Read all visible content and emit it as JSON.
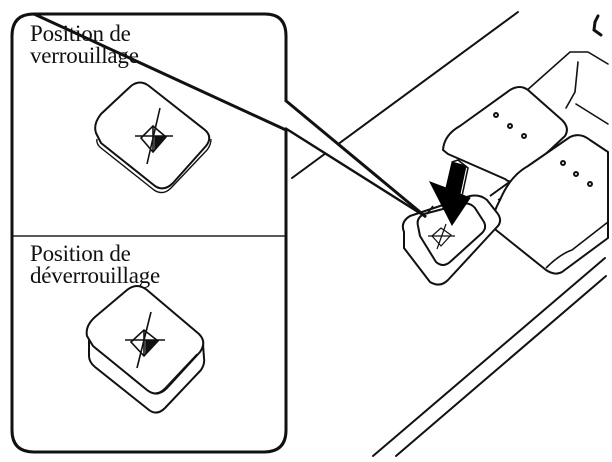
{
  "diagram": {
    "type": "instructional-illustration",
    "subject": "power window lock switch",
    "panels": [
      {
        "id": "lock",
        "label_line1": "Position de",
        "label_line2": "verrouillage",
        "icon": "window-lock-button-pressed-icon"
      },
      {
        "id": "unlock",
        "label_line1": "Position de",
        "label_line2": "déverrouillage",
        "icon": "window-lock-button-raised-icon"
      }
    ],
    "callout": {
      "from": "inset-box",
      "to": "lock-switch-on-door-panel"
    },
    "arrow": {
      "direction": "down",
      "meaning": "press-lock-switch",
      "color": "#000000"
    },
    "colors": {
      "line": "#111111",
      "background": "#ffffff"
    }
  }
}
